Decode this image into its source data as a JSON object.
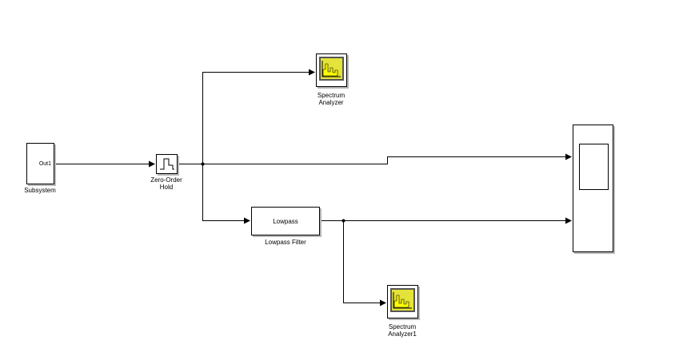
{
  "blocks": {
    "subsystem": {
      "caption": "Subsystem",
      "port_label": "Out1"
    },
    "zero_order_hold": {
      "caption_line1": "Zero-Order",
      "caption_line2": "Hold"
    },
    "lowpass_filter": {
      "body_text": "Lowpass",
      "caption": "Lowpass Filter"
    },
    "spectrum_analyzer": {
      "caption_line1": "Spectrum",
      "caption_line2": "Analyzer"
    },
    "spectrum_analyzer1": {
      "caption_line1": "Spectrum",
      "caption_line2": "Analyzer1"
    },
    "scope": {}
  },
  "colors": {
    "wire": "#000000",
    "spectrum_frame": "#555555",
    "spectrum_screen": "#e3e33a",
    "spectrum_bars": "#ffff00",
    "spectrum_axes": "#000000"
  },
  "icons": {
    "zero_order_hold": "staircase-icon",
    "spectrum_analyzer": "spectrum-plot-icon",
    "scope": "scope-screen-icon"
  }
}
